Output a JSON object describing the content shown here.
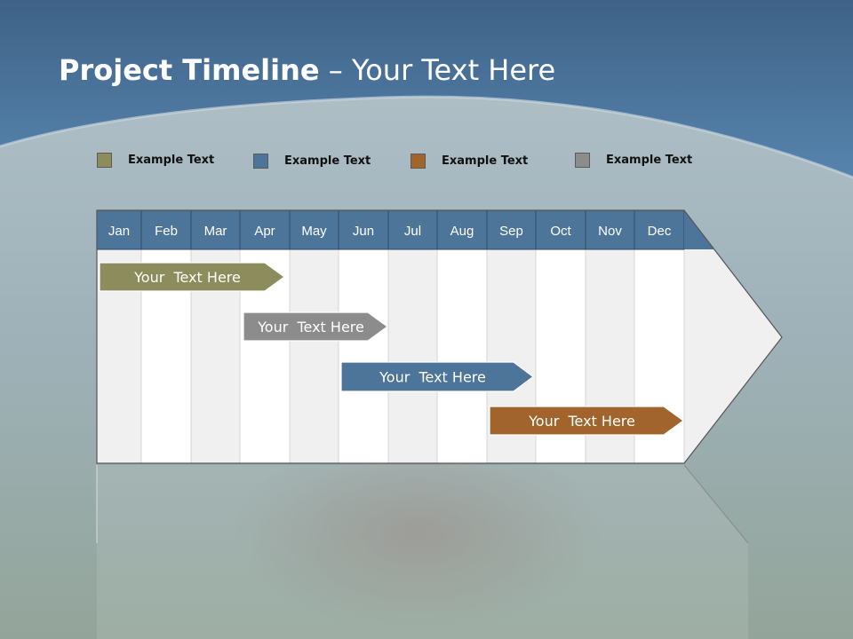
{
  "title": {
    "bold": "Project Timeline",
    "rest": " – Your Text Here"
  },
  "legend": [
    {
      "label": "Example Text",
      "color": "#8c8c5c"
    },
    {
      "label": "Example Text",
      "color": "#4d7599"
    },
    {
      "label": "Example Text",
      "color": "#a0642c"
    },
    {
      "label": "Example Text",
      "color": "#8c8c8c"
    }
  ],
  "months": [
    "Jan",
    "Feb",
    "Mar",
    "Apr",
    "May",
    "Jun",
    "Jul",
    "Aug",
    "Sep",
    "Oct",
    "Nov",
    "Dec"
  ],
  "tasks": [
    {
      "label": "Your  Text Here",
      "color": "#8c8c5c"
    },
    {
      "label": "Your  Text Here",
      "color": "#8c8c8c"
    },
    {
      "label": "Your  Text Here",
      "color": "#4d7599"
    },
    {
      "label": "Your  Text Here",
      "color": "#a0642c"
    }
  ],
  "colors": {
    "header": "#4d7599",
    "sky": "#4a6e92",
    "water": "#9aacb4"
  }
}
